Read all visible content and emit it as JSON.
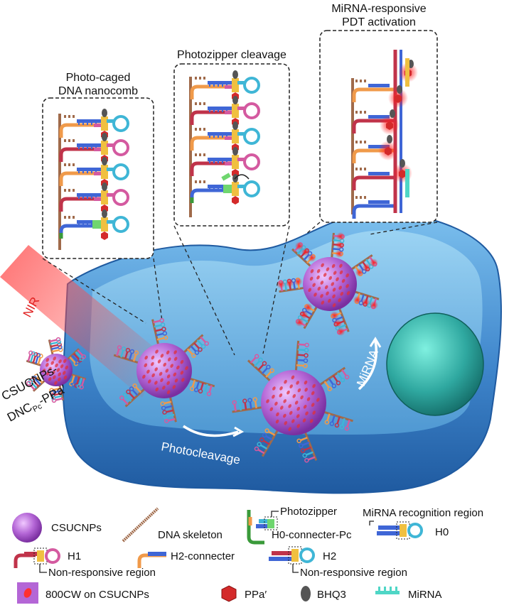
{
  "panels": {
    "nanocomb": {
      "title_line1": "Photo-caged",
      "title_line2": "DNA nanocomb"
    },
    "cleavage": {
      "title": "Photozipper cleavage"
    },
    "activation": {
      "title_line1": "MiRNA-responsive",
      "title_line2": "PDT activation"
    }
  },
  "scene": {
    "nir": "NIR",
    "probe_name_line1": "CSUCNPs-",
    "probe_name_line2_a": "DNC",
    "probe_name_line2_sub": "Pc",
    "probe_name_line2_b": "-PPa′",
    "photocleavage": "Photocleavage",
    "mirna": "MiRNA"
  },
  "legend": {
    "csucnps": "CSUCNPs",
    "dna_skeleton": "DNA skeleton",
    "photozipper": "Photozipper",
    "h0_connecter_pc": "H0-connecter-Pc",
    "mirna_recognition": "MiRNA recognition region",
    "h0": "H0",
    "h1": "H1",
    "h2_connecter": "H2-connecter",
    "h2": "H2",
    "non_responsive_1": "Non-responsive region",
    "non_responsive_2": "Non-responsive region",
    "dye_800cw": "800CW on CSUCNPs",
    "ppa": "PPa′",
    "bhq3": "BHQ3",
    "mirna": "MiRNA"
  },
  "colors": {
    "particle": "#b466d6",
    "skeleton": "#a06a4a",
    "h0_blue": "#3f66d6",
    "h1_red": "#c0334a",
    "h2_orange": "#f09a4a",
    "loop_cyan": "#3fb6d6",
    "loop_pink": "#d45aa0",
    "connecter_green": "#3a9a3a",
    "ppa_red": "#d42a2a",
    "bhq3_gray": "#555555",
    "mirna_teal": "#4fd6c6",
    "cell_blue": "#4a8fd0",
    "nucleus_teal": "#2fa8a0",
    "nir_red": "#ff3a3a"
  }
}
